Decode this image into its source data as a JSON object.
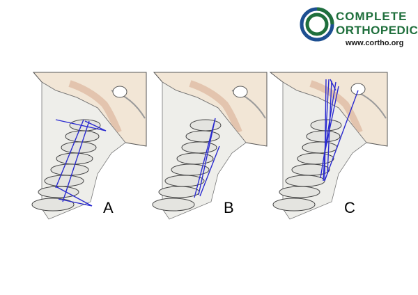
{
  "logo": {
    "line1": "COMPLETE",
    "line2": "ORTHOPEDICS",
    "url": "www.cortho.org",
    "colors": {
      "green": "#1f6f3c",
      "blue": "#1d4f91"
    }
  },
  "panels": [
    {
      "label": "A"
    },
    {
      "label": "B"
    },
    {
      "label": "C"
    }
  ],
  "colors": {
    "line": "#2a2ad0",
    "bone": "#e4e4e0",
    "skin": "#f2e6d6",
    "muscle": "#e3c4ae"
  }
}
